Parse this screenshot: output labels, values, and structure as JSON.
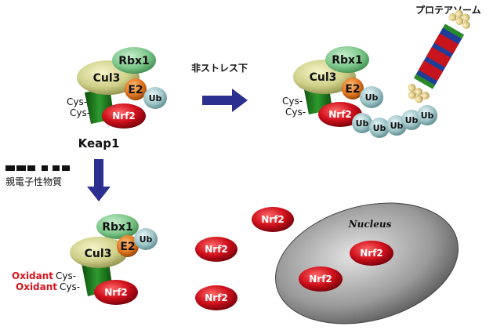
{
  "labels": {
    "rbx1": "Rbx1",
    "cul3": "Cul3",
    "e2": "E2",
    "ub": "Ub",
    "nrf2": "Nrf2",
    "cys": "Cys-",
    "oxidant": "Oxidant",
    "keap1": "Keap1",
    "non_stress": "非ストレス下",
    "proteasome": "プロテアソーム",
    "electrophile": "親電子性物質",
    "nucleus": "Nucleus"
  },
  "colors": {
    "rbx1": "#7fc88c",
    "cul3": "#cfd089",
    "e2": "#e0761f",
    "ub": "#9ec4c8",
    "nrf2": "#d0101c",
    "keap1": "#1f7a1f",
    "arrow": "#2b2f8f",
    "oxidant_text": "#d8141e",
    "nucleus": "#8a8a8a"
  },
  "icons": {
    "arrow_right": "arrow-right-icon",
    "arrow_down": "arrow-down-icon",
    "electrophile_marks": "electrophile-marks-icon",
    "proteasome": "proteasome-icon"
  }
}
